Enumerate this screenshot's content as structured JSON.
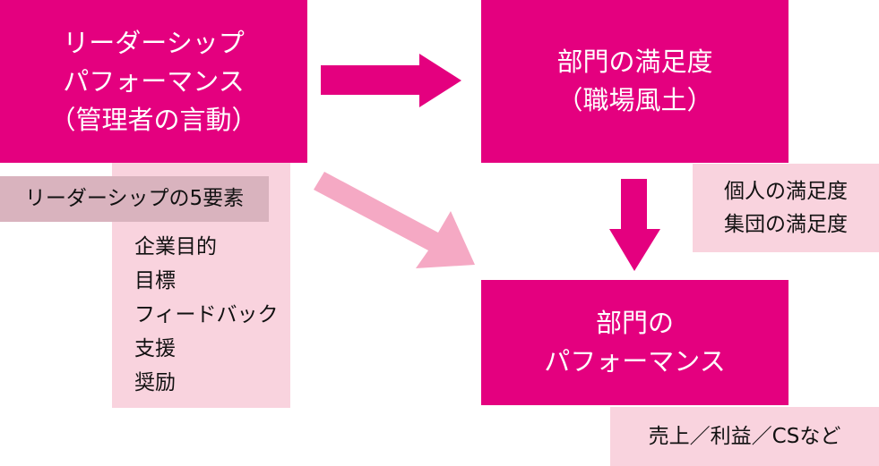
{
  "leadership_box": {
    "lines": [
      "リーダーシップ",
      "パフォーマンス",
      "（管理者の言動）"
    ]
  },
  "five_elements": {
    "title": "リーダーシップの5要素",
    "items": [
      "企業目的",
      "目標",
      "フィードバック",
      "支援",
      "奨励"
    ]
  },
  "satisfaction_box": {
    "lines": [
      "部門の満足度",
      "（職場風土）"
    ]
  },
  "satisfaction_note": {
    "lines": [
      "個人の満足度",
      "集団の満足度"
    ]
  },
  "performance_box": {
    "lines": [
      "部門の",
      "パフォーマンス"
    ]
  },
  "performance_note": {
    "text": "売上／利益／CSなど"
  },
  "colors": {
    "magenta": "#E4007F",
    "light_pink": "#F9D3DE",
    "label_bg": "#D9B3BE",
    "arrow_pink": "#F5A9C4"
  }
}
